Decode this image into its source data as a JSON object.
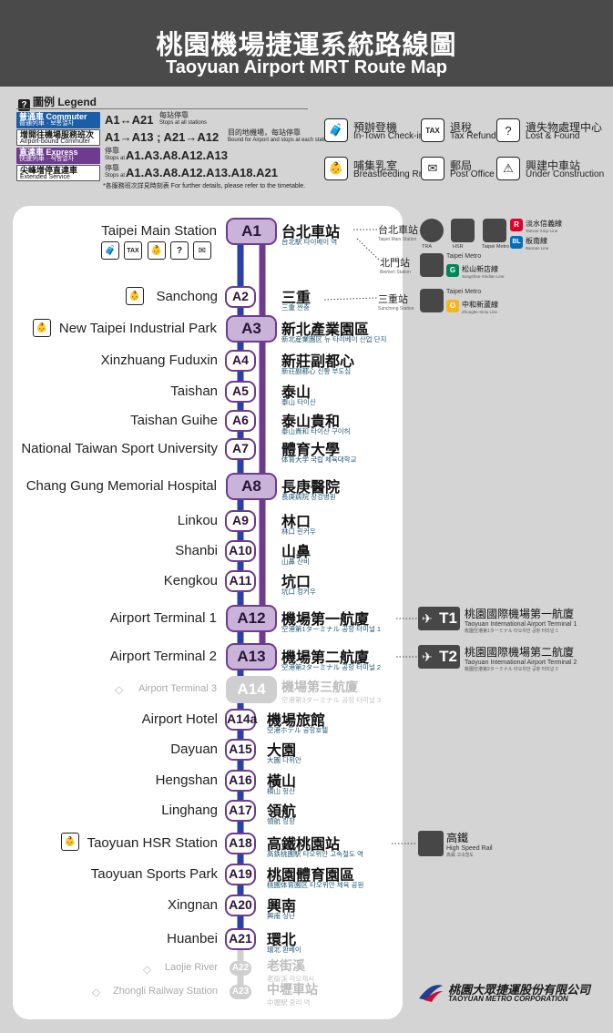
{
  "header": {
    "title_zh": "桃園機場捷運系統路線圖",
    "title_en": "Taoyuan Airport MRT Route Map"
  },
  "legend": {
    "title": "圖例 Legend",
    "services": [
      {
        "badge_zh": "普通車 Commuter",
        "badge_sub": "普通列車 · 보통열차",
        "route": "A1↔A21",
        "desc": "每站停靠",
        "desc_en": "Stops at all stations",
        "color": "#1a5ea8"
      },
      {
        "badge_zh": "增開往機場服務班次",
        "badge_sub": "Airport-bound Commuter",
        "route": "A1→A13 ; A21→A12",
        "desc": "目的地機場，每站停靠",
        "desc_en": "Bound for Airport and stops at each station",
        "color": "#ffffff"
      },
      {
        "badge_zh": "直達車 Express",
        "badge_sub": "快速列車 · 직행열차",
        "route": "A1.A3.A8.A12.A13",
        "desc": "停靠",
        "desc_en": "Stops at",
        "color": "#6d3b8f"
      },
      {
        "badge_zh": "尖峰增停直達車",
        "badge_sub": "Extended Service",
        "route": "A1.A3.A8.A12.A13.A18.A21",
        "desc": "停靠",
        "desc_en": "Stops at",
        "color": "#ffffff"
      }
    ],
    "note": "*各服務班次詳見時刻表 For further details, please refer to the timetable.",
    "amenities": [
      {
        "icon": "luggage-icon",
        "glyph": "🧳",
        "zh": "預辦登機",
        "en": "In-Town Check-in"
      },
      {
        "icon": "tax-refund-icon",
        "glyph": "TAX",
        "zh": "退稅",
        "en": "Tax Refund"
      },
      {
        "icon": "lost-found-icon",
        "glyph": "?",
        "zh": "遺失物處理中心",
        "en": "Lost & Found"
      },
      {
        "icon": "breastfeeding-icon",
        "glyph": "👶",
        "zh": "哺集乳室",
        "en": "Breastfeeding Rm."
      },
      {
        "icon": "post-office-icon",
        "glyph": "✉",
        "zh": "郵局",
        "en": "Post Office"
      },
      {
        "icon": "construction-icon",
        "glyph": "⚠",
        "zh": "興建中車站",
        "en": "Under Construction"
      }
    ]
  },
  "stations": [
    {
      "code": "A1",
      "en": "Taipei Main Station",
      "zh": "台北車站",
      "sub": "台北駅  타이베이 역",
      "big": true
    },
    {
      "code": "A2",
      "en": "Sanchong",
      "zh": "三重",
      "sub": "三重  싼충"
    },
    {
      "code": "A3",
      "en": "New Taipei Industrial Park",
      "zh": "新北產業園區",
      "sub": "新北産業園区  뉴 타이베이 산업 단지",
      "big": true
    },
    {
      "code": "A4",
      "en": "Xinzhuang Fuduxin",
      "zh": "新莊副都心",
      "sub": "新荘副都心  신쫭 부도심"
    },
    {
      "code": "A5",
      "en": "Taishan",
      "zh": "泰山",
      "sub": "泰山  타이산"
    },
    {
      "code": "A6",
      "en": "Taishan Guihe",
      "zh": "泰山貴和",
      "sub": "泰山貴和  타이산 구이허"
    },
    {
      "code": "A7",
      "en": "National Taiwan Sport University",
      "zh": "體育大學",
      "sub": "体育大学  국립 체육대학교"
    },
    {
      "code": "A8",
      "en": "Chang Gung Memorial Hospital",
      "zh": "長庚醫院",
      "sub": "長庚病院  창겅병원",
      "big": true
    },
    {
      "code": "A9",
      "en": "Linkou",
      "zh": "林口",
      "sub": "林口  린커우"
    },
    {
      "code": "A10",
      "en": "Shanbi",
      "zh": "山鼻",
      "sub": "山鼻  산비"
    },
    {
      "code": "A11",
      "en": "Kengkou",
      "zh": "坑口",
      "sub": "坑口  컹커우"
    },
    {
      "code": "A12",
      "en": "Airport Terminal 1",
      "zh": "機場第一航廈",
      "sub": "空港第1ターミナル  공항 터미널 1",
      "big": true
    },
    {
      "code": "A13",
      "en": "Airport Terminal 2",
      "zh": "機場第二航廈",
      "sub": "空港第2ターミナル  공항 터미널 2",
      "big": true
    },
    {
      "code": "A14",
      "en": "Airport Terminal 3",
      "zh": "機場第三航廈",
      "sub": "空港第3ターミナル  공항 터미널 3",
      "big": true,
      "dim": true
    },
    {
      "code": "A14a",
      "en": "Airport Hotel",
      "zh": "機場旅館",
      "sub": "空港ホテル  공항호텔"
    },
    {
      "code": "A15",
      "en": "Dayuan",
      "zh": "大園",
      "sub": "大園  다위안"
    },
    {
      "code": "A16",
      "en": "Hengshan",
      "zh": "橫山",
      "sub": "横山  헝산"
    },
    {
      "code": "A17",
      "en": "Linghang",
      "zh": "領航",
      "sub": "領航  링항"
    },
    {
      "code": "A18",
      "en": "Taoyuan HSR Station",
      "zh": "高鐵桃園站",
      "sub": "高鉄桃園駅  타오위안 고속철도 역"
    },
    {
      "code": "A19",
      "en": "Taoyuan Sports Park",
      "zh": "桃園體育園區",
      "sub": "桃園体育園区  타오위안 체육 공원"
    },
    {
      "code": "A20",
      "en": "Xingnan",
      "zh": "興南",
      "sub": "興南  싱난"
    },
    {
      "code": "A21",
      "en": "Huanbei",
      "zh": "環北",
      "sub": "環北  환베이"
    },
    {
      "code": "A22",
      "en": "Laojie River",
      "zh": "老街溪",
      "sub": "老街渓  라오제시",
      "dim": true
    },
    {
      "code": "A23",
      "en": "Zhongli Railway Station",
      "zh": "中壢車站",
      "sub": "中壢駅  중리 역",
      "dim": true
    }
  ],
  "transfers": {
    "taipei": {
      "zh": "台北車站",
      "en": "Taipei Main Station",
      "modes": [
        "TRA",
        "HSR",
        "Taipei Metro"
      ],
      "line_r": "淡水信義線",
      "line_r_en": "Tamsui-Xinyi Line",
      "line_bl": "板南線",
      "line_bl_en": "Bannan Line",
      "r": "R",
      "bl": "BL"
    },
    "beimen": {
      "zh": "北門站",
      "en": "Beimen Station",
      "metro": "Taipei Metro",
      "line_g": "松山新店線",
      "line_g_en": "Songshan-Xindian Line",
      "g": "G"
    },
    "sanchong": {
      "zh": "三重站",
      "en": "Sanchong Station",
      "metro": "Taipei Metro",
      "line_o": "中和新蘆線",
      "line_o_en": "Zhonghe-Xinlu Line",
      "o": "O"
    },
    "t1": {
      "label": "T1",
      "zh": "桃園國際機場第一航廈",
      "en": "Taoyuan International Airport Terminal 1",
      "sub": "桃園空港第1ターミナル  타오위안 공항 터미널 1"
    },
    "t2": {
      "label": "T2",
      "zh": "桃園國際機場第二航廈",
      "en": "Taoyuan International Airport Terminal 2",
      "sub": "桃園空港第2ターミナル  타오위안 공항 터미널 2"
    },
    "hsr": {
      "zh": "高鐵",
      "en": "High Speed Rail",
      "sub": "高鉄  고속철도"
    }
  },
  "logo": {
    "zh": "桃園大眾捷運股份有限公司",
    "en": "TAOYUAN METRO CORPORATION"
  },
  "colors": {
    "express": "#6d3b8f",
    "commuter": "#2a3fa8",
    "header": "#4a4a4a",
    "line_r": "#e3002c",
    "line_bl": "#0070bd",
    "line_g": "#008659",
    "line_o": "#f8b61c"
  }
}
